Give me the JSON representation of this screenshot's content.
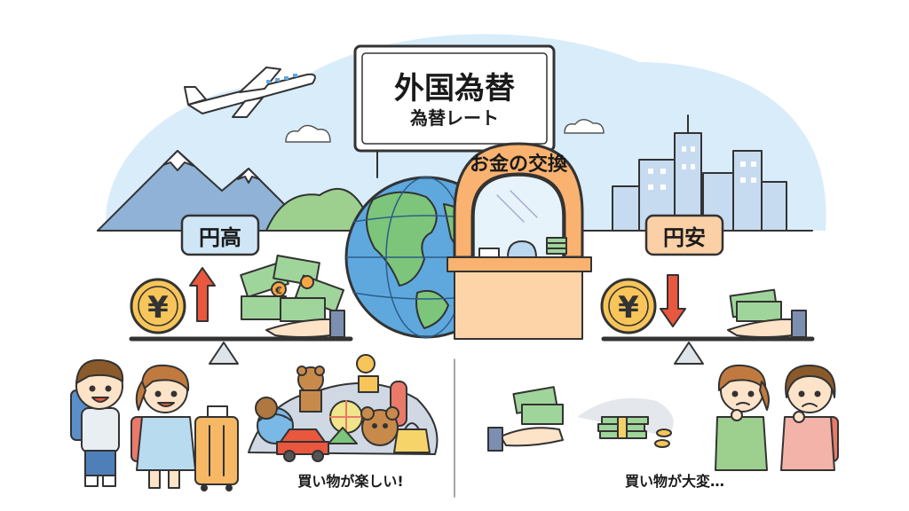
{
  "sign": {
    "title": "外国為替",
    "subtitle": "為替レート"
  },
  "booth": {
    "banner": "お金の交換"
  },
  "left_panel": {
    "badge": "円高",
    "caption": "買い物が楽しい!"
  },
  "right_panel": {
    "badge": "円安",
    "caption": "買い物が大変…"
  },
  "icons": {
    "coin_symbol": "¥",
    "left_arrow": "arrow-up-icon",
    "right_arrow": "arrow-down-icon",
    "euro_symbol": "€"
  },
  "colors": {
    "sky": "#d9ecfa",
    "coin": "#f7c55a",
    "arrow": "#e9573f",
    "badge_left": "#cfe6f7",
    "badge_right": "#fbd0a6",
    "booth": "#f9b26f",
    "money": "#9fd59a",
    "globe_sea": "#5fa8de",
    "globe_land": "#7cc57a"
  }
}
